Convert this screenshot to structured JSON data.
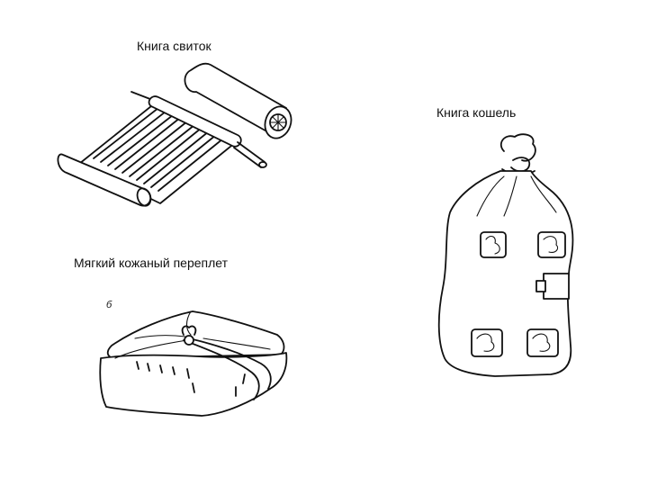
{
  "labels": {
    "scroll_book": "Книга свиток",
    "pouch_book": "Книга кошель",
    "soft_leather_binding": "Мягкий кожаный переплет",
    "variant_b": "б"
  }
}
